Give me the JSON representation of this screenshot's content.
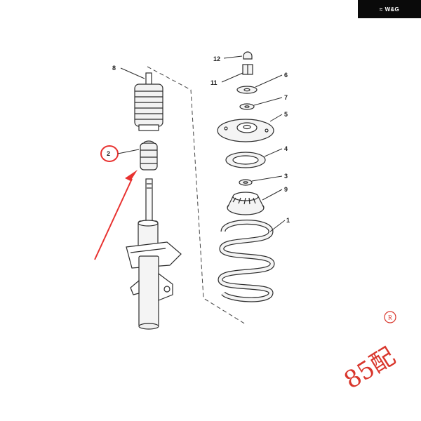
{
  "watermark": {
    "text": "W&G"
  },
  "colors": {
    "arrow": "#e8312f",
    "stamp": "#d9362c",
    "line": "#2b2b2b",
    "part_fill": "#f4f4f4"
  },
  "callouts": [
    {
      "id": "12",
      "label": "12"
    },
    {
      "id": "11",
      "label": "11"
    },
    {
      "id": "6",
      "label": "6"
    },
    {
      "id": "7",
      "label": "7"
    },
    {
      "id": "5",
      "label": "5"
    },
    {
      "id": "4",
      "label": "4"
    },
    {
      "id": "3",
      "label": "3"
    },
    {
      "id": "9",
      "label": "9"
    },
    {
      "id": "1",
      "label": "1"
    },
    {
      "id": "8",
      "label": "8"
    },
    {
      "id": "2",
      "label": "2",
      "highlighted": true
    }
  ],
  "stamp": {
    "text": "85配",
    "registered": "R"
  }
}
